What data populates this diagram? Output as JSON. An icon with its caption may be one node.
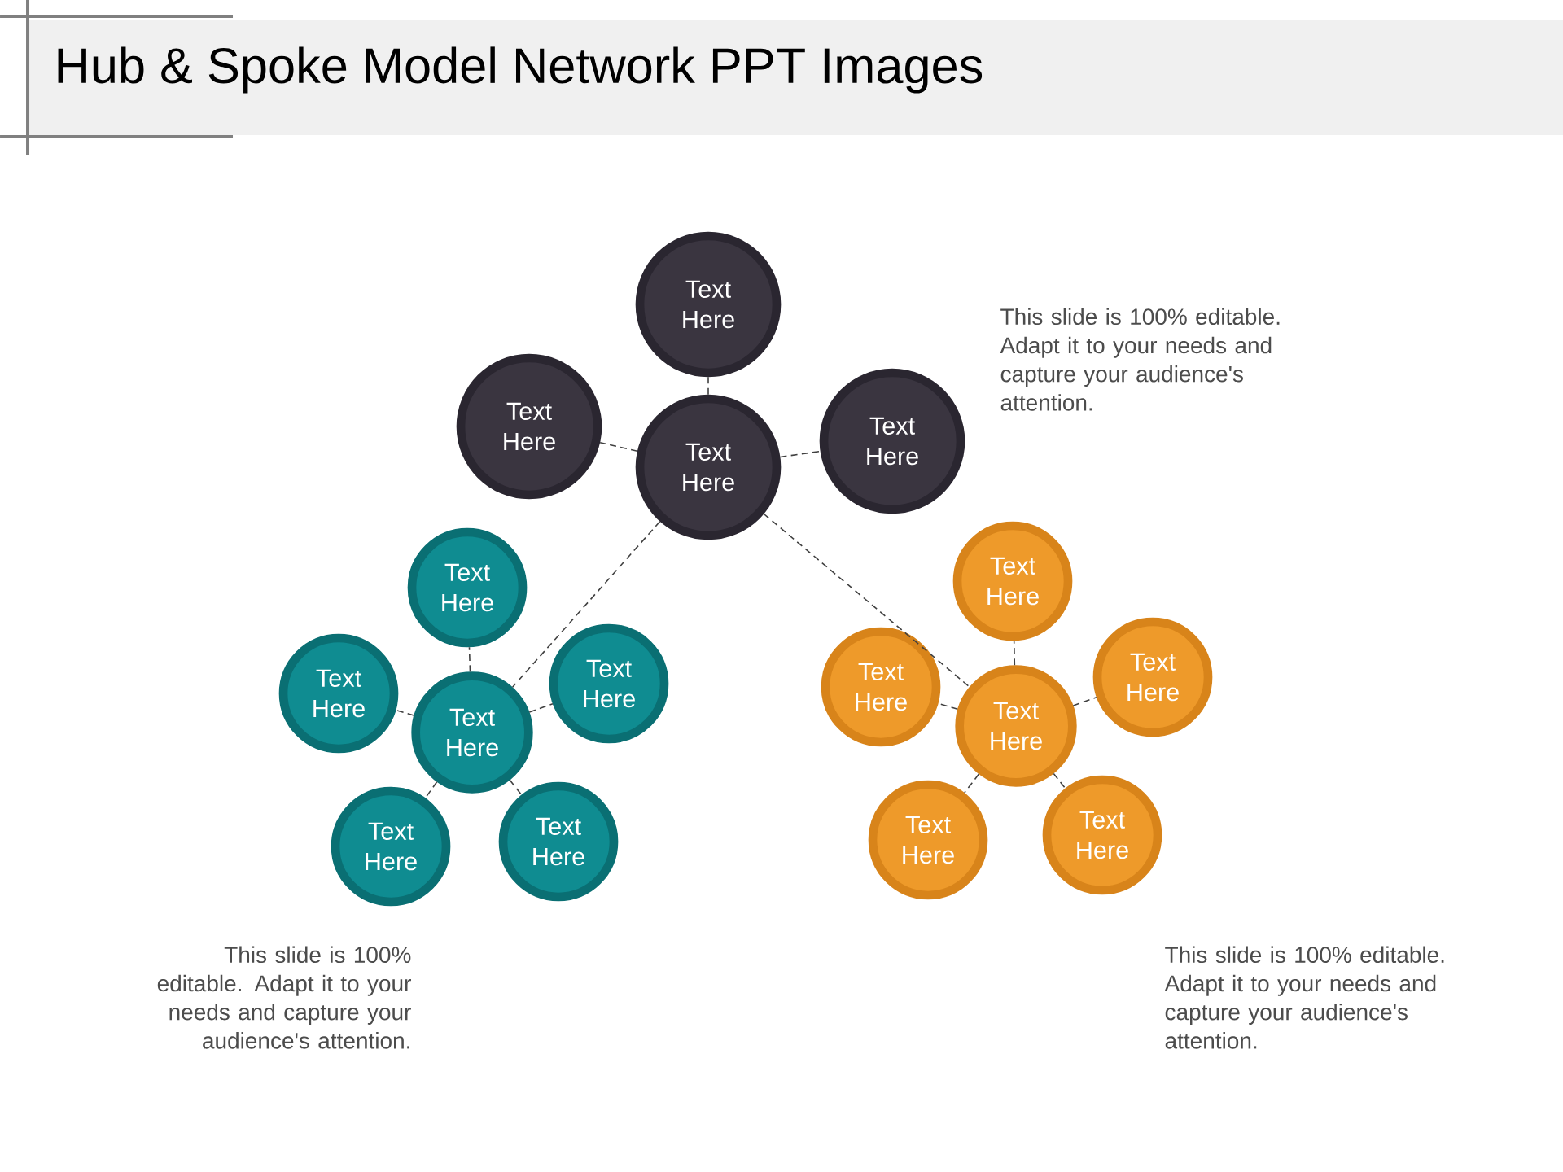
{
  "diagram": {
    "title": "Hub & Spoke Model Network PPT Images",
    "nodes": [
      {
        "text": [
          "Text Here"
        ]
      },
      {
        "text": [
          "Text Here"
        ]
      },
      {
        "text": [
          "Text Here"
        ]
      },
      {
        "text": [
          "Text Here"
        ]
      },
      {
        "text": [
          "Text Here"
        ]
      },
      {
        "text": [
          "Text Here"
        ]
      },
      {
        "text": [
          "Text Here"
        ]
      },
      {
        "text": [
          "Text Here"
        ]
      },
      {
        "text": [
          "Text Here"
        ]
      },
      {
        "text": [
          "Text Here"
        ]
      },
      {
        "text": [
          "Text Here"
        ]
      },
      {
        "text": [
          "Text Here"
        ]
      },
      {
        "text": [
          "Text Here"
        ]
      },
      {
        "text": [
          "Text Here"
        ]
      },
      {
        "text": [
          "Text Here"
        ]
      },
      {
        "text": [
          "Text Here"
        ]
      }
    ],
    "edges": [
      {
        "from": 2,
        "to": 0,
        "arrow": "none"
      },
      {
        "from": 2,
        "to": 1,
        "arrow": "none"
      },
      {
        "from": 2,
        "to": 3,
        "arrow": "none"
      },
      {
        "from": 2,
        "to": 6,
        "arrow": "none"
      },
      {
        "from": 2,
        "to": 12,
        "arrow": "none"
      },
      {
        "from": 6,
        "to": 4,
        "arrow": "none"
      },
      {
        "from": 6,
        "to": 5,
        "arrow": "none"
      },
      {
        "from": 6,
        "to": 7,
        "arrow": "none"
      },
      {
        "from": 6,
        "to": 8,
        "arrow": "none"
      },
      {
        "from": 6,
        "to": 9,
        "arrow": "none"
      },
      {
        "from": 12,
        "to": 10,
        "arrow": "none"
      },
      {
        "from": 12,
        "to": 11,
        "arrow": "none"
      },
      {
        "from": 12,
        "to": 13,
        "arrow": "none"
      },
      {
        "from": 12,
        "to": 14,
        "arrow": "none"
      },
      {
        "from": 12,
        "to": 15,
        "arrow": "none"
      }
    ],
    "labels": [
      "This slide is 100% editable. Adapt it to your needs and capture your audience's attention.",
      "This slide is 100% editable. Adapt it to your needs and capture your audience's attention.",
      "This slide is 100% editable. Adapt it to your needs and capture your audience's attention."
    ]
  }
}
